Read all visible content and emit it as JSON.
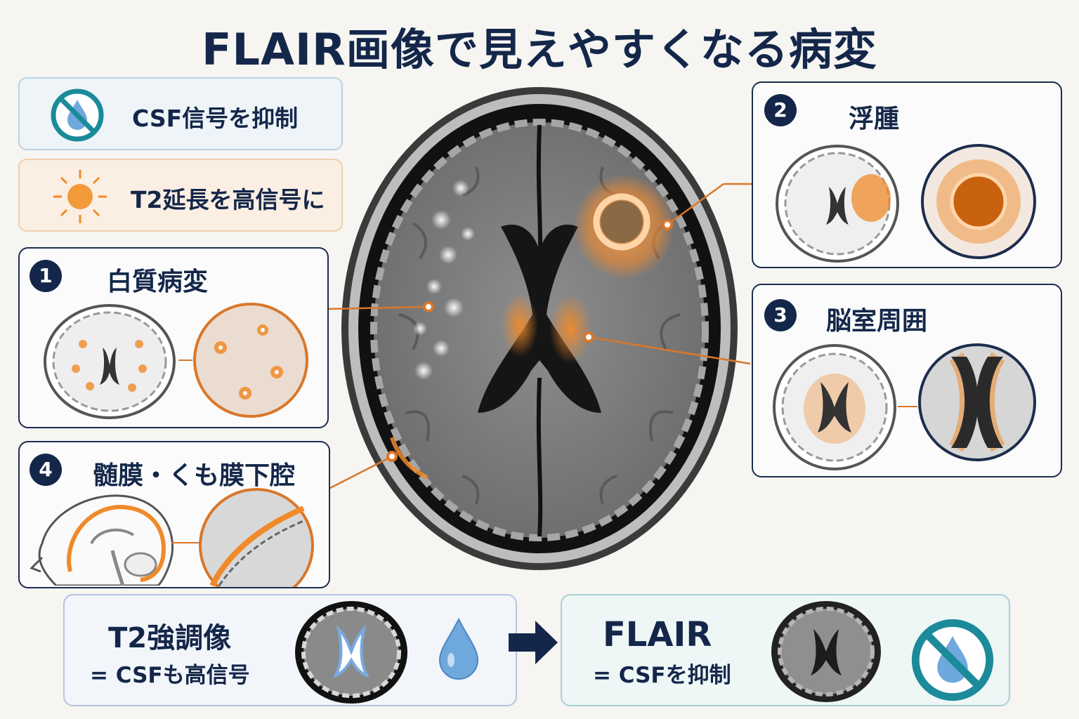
{
  "title": "FLAIR画像で見えやすくなる病変",
  "features": [
    {
      "label": "CSF信号を抑制",
      "icon": "no-water-drop-icon"
    },
    {
      "label": "T2延長を高信号に",
      "icon": "bright-signal-icon"
    }
  ],
  "lesions": [
    {
      "number": "1",
      "title": "白質病変"
    },
    {
      "number": "2",
      "title": "浮腫"
    },
    {
      "number": "3",
      "title": "脳室周囲"
    },
    {
      "number": "4",
      "title": "髄膜・くも膜下腔"
    }
  ],
  "comparison": {
    "t2_title": "T2強調像",
    "t2_subtitle": "= CSFも高信号",
    "flair_title": "FLAIR",
    "flair_subtitle": "= CSFを抑制"
  },
  "colors": {
    "navy": "#14274a",
    "lesion_orange": "#f08a2a",
    "teal": "#1b8a9a",
    "water_blue": "#6fa8dc"
  }
}
